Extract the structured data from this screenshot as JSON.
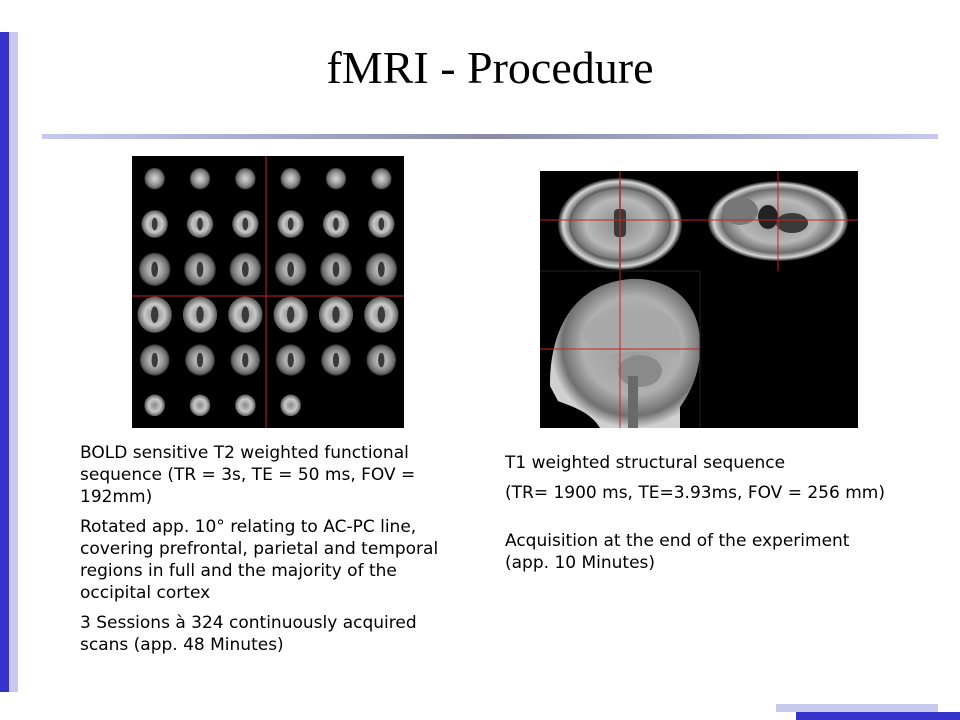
{
  "slide": {
    "title": "fMRI - Procedure"
  },
  "bold_image": {
    "description_icon": "bold-fmri-slices-image"
  },
  "t1_image": {
    "description_icon": "t1-structural-scan-image"
  },
  "left_text": {
    "p1": "BOLD sensitive T2 weighted functional sequence (TR = 3s, TE = 50 ms, FOV = 192mm)",
    "p2": "Rotated app. 10° relating to AC-PC line, covering prefrontal, parietal and temporal regions in full and the majority of the occipital cortex",
    "p3": "3 Sessions à 324 continuously acquired scans (app. 48 Minutes)"
  },
  "right_text": {
    "p1": "T1 weighted structural sequence",
    "p2": "(TR= 1900 ms, TE=3.93ms, FOV = 256 mm)",
    "p3": "Acquisition at the end of the experiment (app. 10 Minutes)"
  },
  "colors": {
    "accent_dark": "#3333cc",
    "accent_light": "#c9c9ee",
    "crosshair": "#cc2222"
  }
}
